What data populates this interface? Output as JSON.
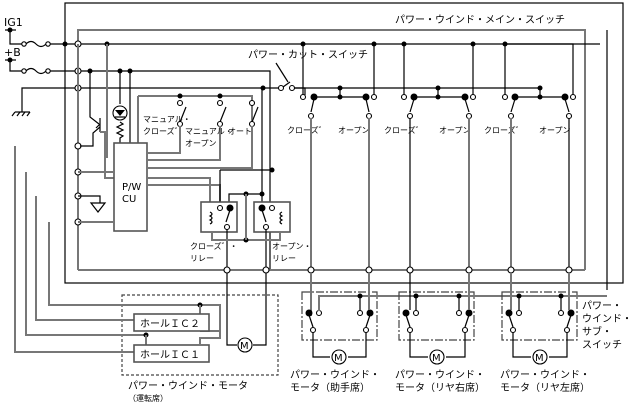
{
  "title": "Power Window Circuit Diagram",
  "power": {
    "ig1": "IG1",
    "plus_b": "+B"
  },
  "labels": {
    "main_switch": "パワー・ウインド・メイン・スイッチ",
    "cut_switch": "パワー・カット・スイッチ",
    "manual_close": [
      "マニュアル・",
      "クローズ゛"
    ],
    "manual_open": [
      "マニュアル・",
      "オープン"
    ],
    "auto": "オート",
    "pwcu": [
      "P/W",
      "CU"
    ],
    "close_relay": [
      "クローズ゛・",
      "リレー"
    ],
    "open_relay": [
      "オープン・",
      "リレー"
    ],
    "hall_ic2": "ホールＩＣ２",
    "hall_ic1": "ホールＩＣ１",
    "driver_motor": [
      "パワー・ウインド・モータ",
      "（運転席）"
    ],
    "sub_switch": [
      "パワー・",
      "ウインド・",
      "サブ・",
      "スイッチ"
    ],
    "motor_symbol": "M",
    "main_switch_contacts": [
      "クローズ゛",
      "オープン",
      "クローズ゛",
      "オープン",
      "クローズ゛",
      "オープン"
    ],
    "passenger_motors": [
      [
        "パワー・ウインド・",
        "モータ（助手席）"
      ],
      [
        "パワー・ウインド・",
        "モータ（リヤ右席）"
      ],
      [
        "パワー・ウインド・",
        "モータ（リヤ左席）"
      ]
    ]
  }
}
